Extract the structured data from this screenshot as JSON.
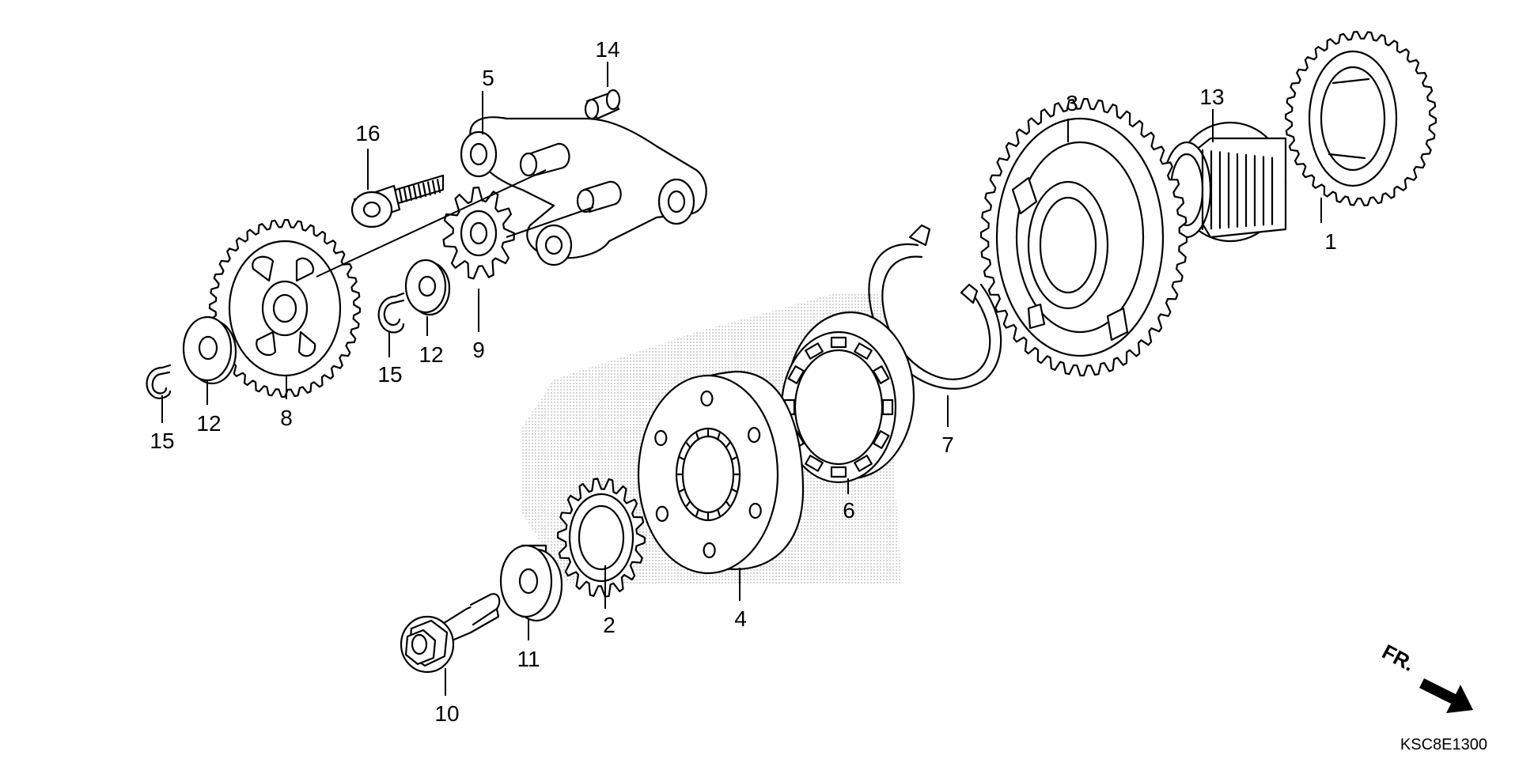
{
  "diagram": {
    "part_labels": [
      "1",
      "2",
      "3",
      "4",
      "5",
      "6",
      "7",
      "8",
      "9",
      "10",
      "11",
      "12",
      "12",
      "13",
      "14",
      "15",
      "15",
      "16"
    ],
    "direction_label": "FR.",
    "drawing_code": "KSC8E1300"
  }
}
